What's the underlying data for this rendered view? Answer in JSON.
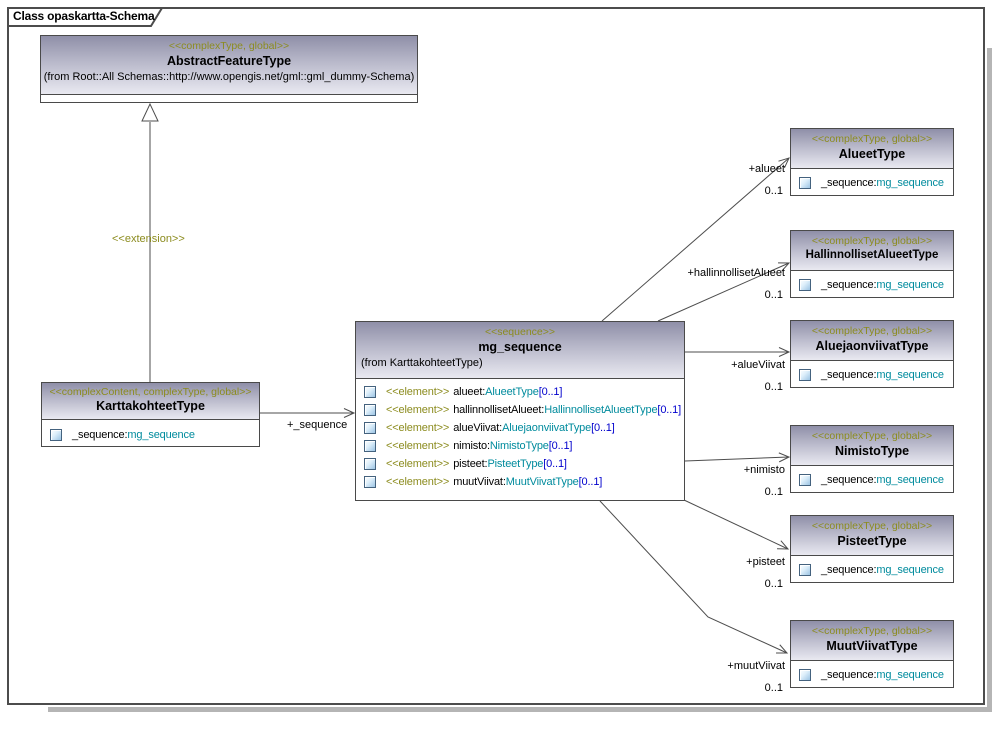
{
  "frame": {
    "title": "Class opaskartta-Schema"
  },
  "colors": {
    "stereotype_text": "#8c8c1f",
    "type_reference": "#008b9d",
    "multiplicity": "#0000cd",
    "header_gradient_top": "#8f8fa8",
    "header_gradient_bottom": "#e9e9f1",
    "box_border": "#4a4a4a",
    "connector_line": "#4d4d4d"
  },
  "boxes": {
    "abstract": {
      "stereotype": "<<complexType, global>>",
      "name": "AbstractFeatureType",
      "from": "(from Root::All Schemas::http://www.opengis.net/gml::gml_dummy-Schema)"
    },
    "karttakohteet": {
      "stereotype": "<<complexContent, complexType, global>>",
      "name": "KarttakohteetType",
      "member_name": "_sequence:",
      "member_type": "mg_sequence"
    },
    "sequence": {
      "stereotype": "<<sequence>>",
      "name": "mg_sequence",
      "from": "(from KarttakohteetType)",
      "elements": [
        {
          "stereotype": "<<element>>",
          "name": "alueet:",
          "type": "AlueetType",
          "mult": "[0..1]"
        },
        {
          "stereotype": "<<element>>",
          "name": "hallinnollisetAlueet:",
          "type": "HallinnollisetAlueetType",
          "mult": "[0..1]"
        },
        {
          "stereotype": "<<element>>",
          "name": "alueViivat:",
          "type": "AluejaonviivatType",
          "mult": "[0..1]"
        },
        {
          "stereotype": "<<element>>",
          "name": "nimisto:",
          "type": "NimistoType",
          "mult": "[0..1]"
        },
        {
          "stereotype": "<<element>>",
          "name": "pisteet:",
          "type": "PisteetType",
          "mult": "[0..1]"
        },
        {
          "stereotype": "<<element>>",
          "name": "muutViivat:",
          "type": "MuutViivatType",
          "mult": "[0..1]"
        }
      ]
    },
    "targets": [
      {
        "stereotype": "<<complexType, global>>",
        "name": "AlueetType",
        "member_name": "_sequence:",
        "member_type": "mg_sequence"
      },
      {
        "stereotype": "<<complexType, global>>",
        "name": "HallinnollisetAlueetType",
        "member_name": "_sequence:",
        "member_type": "mg_sequence"
      },
      {
        "stereotype": "<<complexType, global>>",
        "name": "AluejaonviivatType",
        "member_name": "_sequence:",
        "member_type": "mg_sequence"
      },
      {
        "stereotype": "<<complexType, global>>",
        "name": "NimistoType",
        "member_name": "_sequence:",
        "member_type": "mg_sequence"
      },
      {
        "stereotype": "<<complexType, global>>",
        "name": "PisteetType",
        "member_name": "_sequence:",
        "member_type": "mg_sequence"
      },
      {
        "stereotype": "<<complexType, global>>",
        "name": "MuutViivatType",
        "member_name": "_sequence:",
        "member_type": "mg_sequence"
      }
    ]
  },
  "connectors": {
    "extension_label": "<<extension>>",
    "sequence_role": "+_sequence",
    "ends": [
      {
        "role": "+alueet",
        "mult": "0..1"
      },
      {
        "role": "+hallinnollisetAlueet",
        "mult": "0..1"
      },
      {
        "role": "+alueViivat",
        "mult": "0..1"
      },
      {
        "role": "+nimisto",
        "mult": "0..1"
      },
      {
        "role": "+pisteet",
        "mult": "0..1"
      },
      {
        "role": "+muutViivat",
        "mult": "0..1"
      }
    ]
  }
}
